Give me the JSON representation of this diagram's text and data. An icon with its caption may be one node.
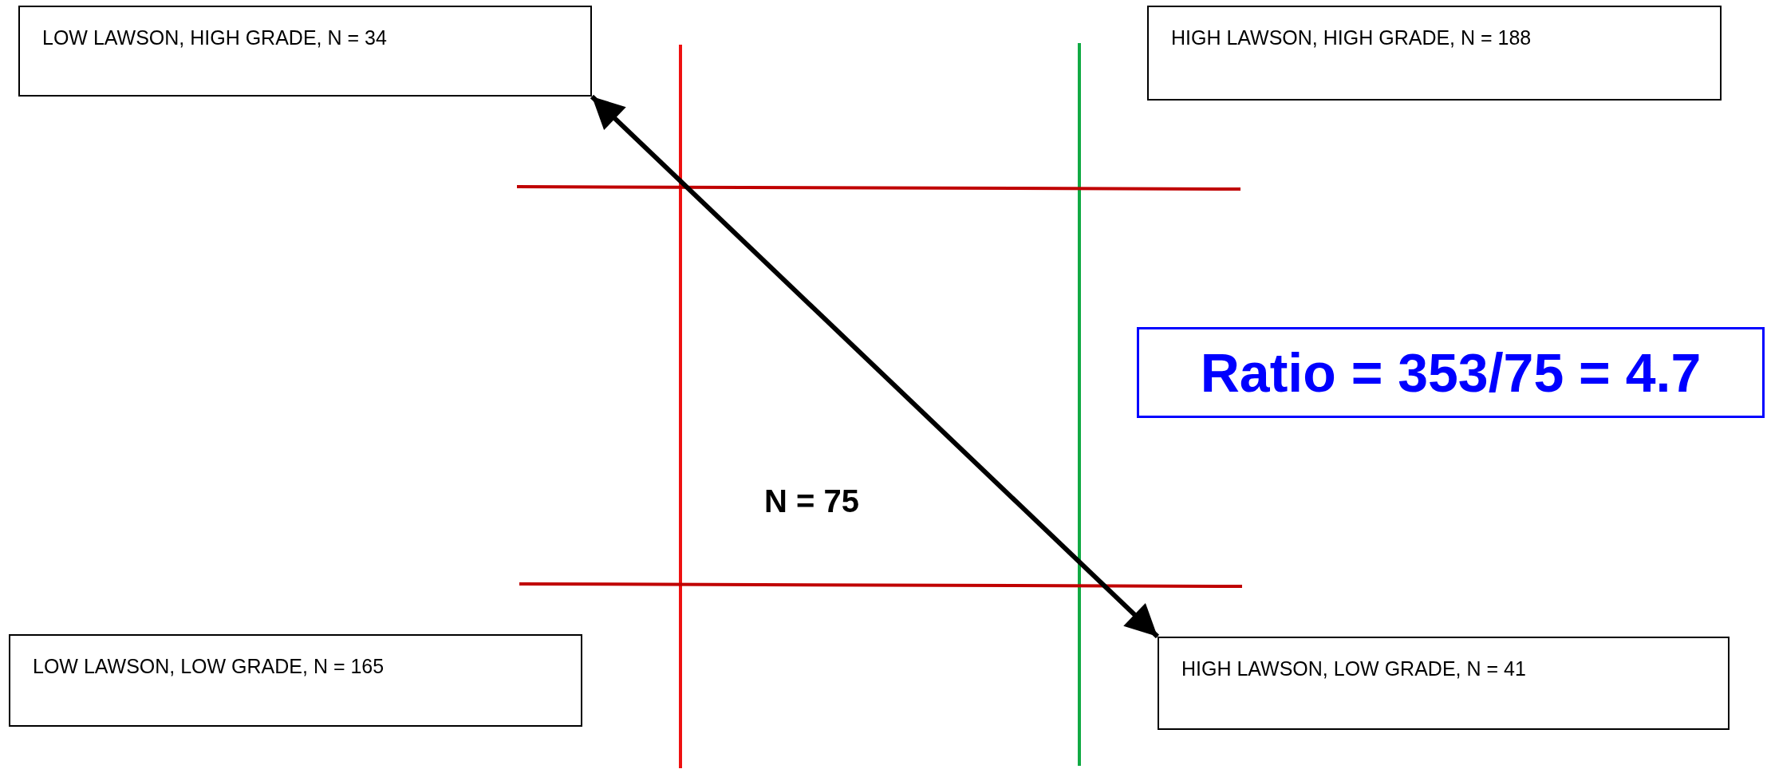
{
  "diagram": {
    "nodes": [
      {
        "text": [
          "LOW LAWSON, HIGH GRADE, N = 34"
        ]
      },
      {
        "text": [
          "HIGH LAWSON, HIGH GRADE, N = 188"
        ]
      },
      {
        "text": [
          "Ratio = 353/75 = 4.7"
        ]
      },
      {
        "text": [
          "LOW LAWSON, LOW GRADE, N = 165"
        ]
      },
      {
        "text": [
          "HIGH LAWSON, LOW GRADE, N = 41"
        ]
      }
    ],
    "edges": [
      {
        "from": 0,
        "to": 4,
        "arrow": "both"
      }
    ],
    "labels": [
      "N = 75"
    ]
  }
}
